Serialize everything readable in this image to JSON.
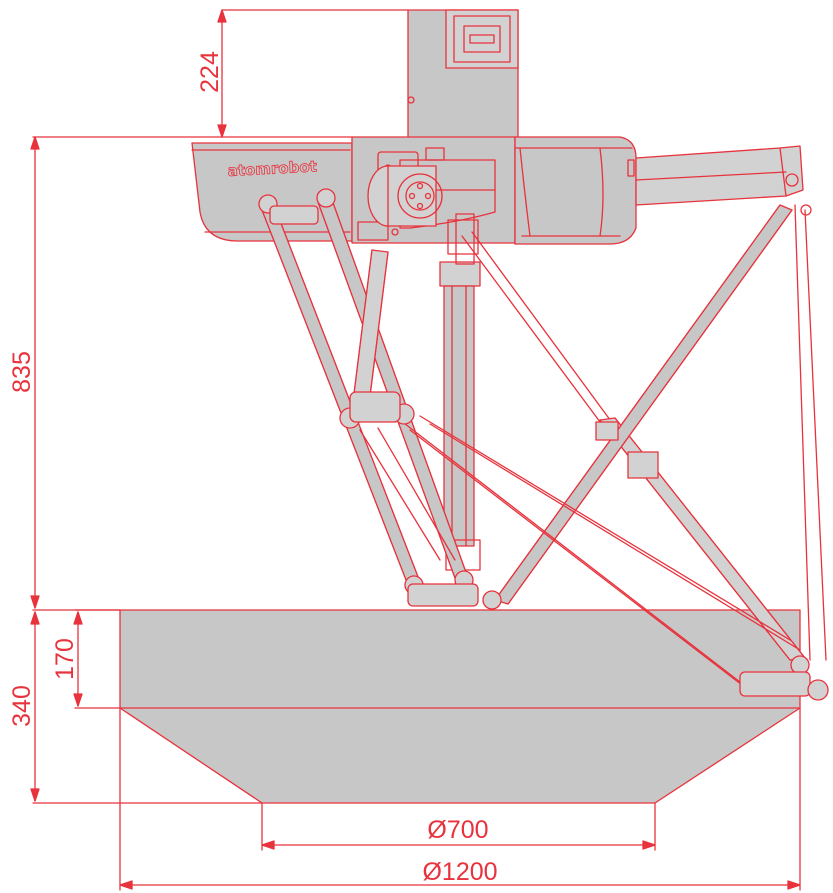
{
  "colors": {
    "line": "#e8323c",
    "body_fill": "#c7c7c7",
    "body_fill_light": "#d2d2d2",
    "background": "#ffffff"
  },
  "robot": {
    "brand_logo": "atomrobot"
  },
  "dimensions": {
    "flange_height": "224",
    "robot_height": "835",
    "workspace_height": "340",
    "workspace_cylinder_height": "170",
    "workspace_bottom_diameter": "Ø700",
    "workspace_top_diameter": "Ø1200"
  }
}
